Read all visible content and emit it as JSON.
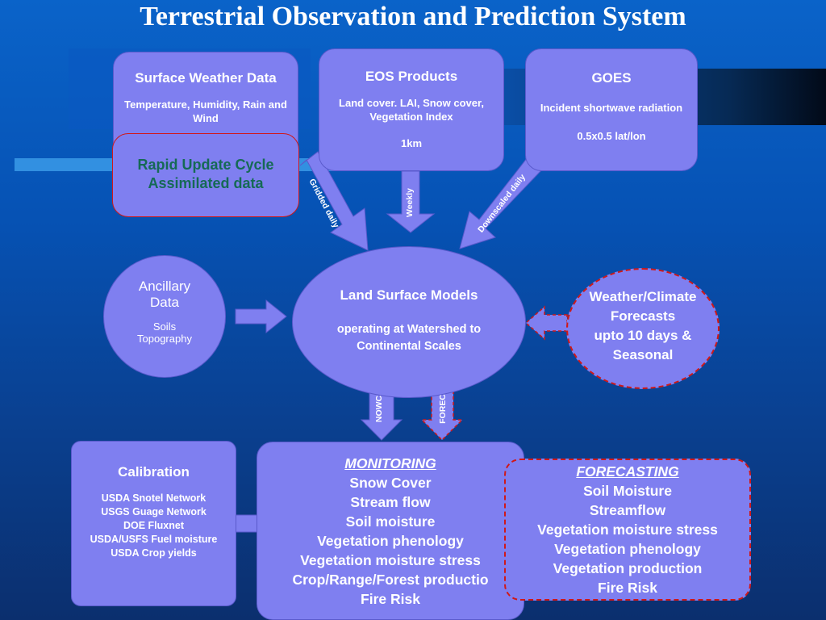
{
  "title": "Terrestrial Observation and Prediction System",
  "surface_weather": {
    "heading": "Surface Weather Data",
    "detail": "Temperature, Humidity, Rain and Wind"
  },
  "rapid_update": {
    "line1": "Rapid Update Cycle",
    "line2": "Assimilated data"
  },
  "eos": {
    "heading": "EOS Products",
    "detail": "Land cover. LAI, Snow cover, Vegetation Index",
    "resolution": "1km"
  },
  "goes": {
    "heading": "GOES",
    "detail": "Incident shortwave radiation",
    "resolution": "0.5x0.5 lat/lon"
  },
  "arrow_labels": {
    "gridded": "Gridded daily",
    "weekly": "Weekly",
    "downscaled": "Downscaled daily",
    "nowcast": "NOWCAST",
    "forecast": "FORECAST"
  },
  "ancillary": {
    "heading_line1": "Ancillary",
    "heading_line2": "Data",
    "item1": "Soils",
    "item2": "Topography"
  },
  "lsm": {
    "heading": "Land Surface Models",
    "detail": "operating at Watershed to Continental Scales"
  },
  "weather_forecasts": {
    "line1": "Weather/Climate",
    "line2": "Forecasts",
    "line3": "upto 10 days &",
    "line4": "Seasonal"
  },
  "calibration": {
    "heading": "Calibration",
    "items": [
      "USDA Snotel Network",
      "USGS Guage Network",
      "DOE Fluxnet",
      "USDA/USFS Fuel moisture",
      "USDA Crop yields"
    ]
  },
  "monitoring": {
    "heading": "MONITORING",
    "items": [
      "Snow Cover",
      "Stream flow",
      "Soil moisture",
      "Vegetation phenology",
      "Vegetation moisture stress",
      "Crop/Range/Forest  productio",
      "Fire Risk"
    ]
  },
  "forecasting": {
    "heading": "FORECASTING",
    "items": [
      "Soil Moisture",
      "Streamflow",
      "Vegetation moisture stress",
      "Vegetation phenology",
      "Vegetation production",
      "Fire Risk"
    ]
  },
  "colors": {
    "box_fill": "#7f7ff0",
    "background": "#0652b4",
    "dashed_border": "#d01818",
    "rapid_text": "#156a55"
  }
}
